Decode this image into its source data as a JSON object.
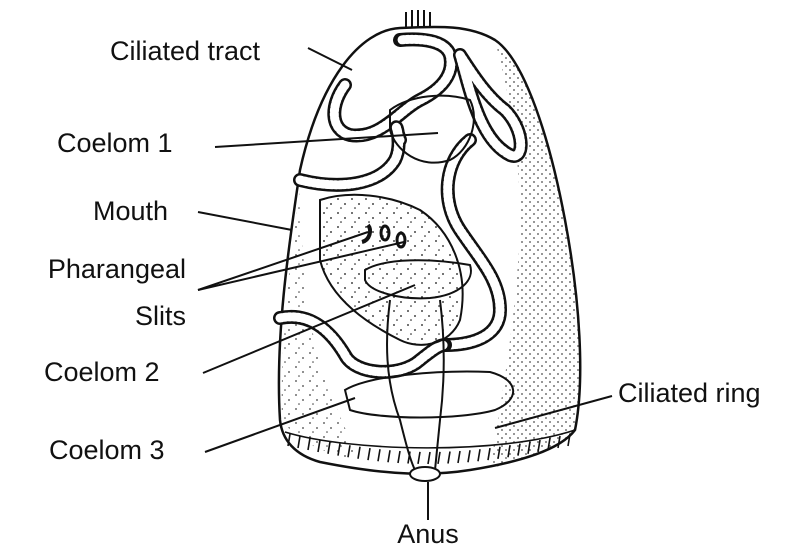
{
  "labels": {
    "ciliated_tract": "Ciliated tract",
    "coelom_1": "Coelom 1",
    "mouth": "Mouth",
    "pharangeal_line1": "Pharangeal",
    "pharangeal_line2": "Slits",
    "coelom_2": "Coelom 2",
    "coelom_3": "Coelom 3",
    "ciliated_ring": "Ciliated ring",
    "anus": "Anus"
  },
  "colors": {
    "ink": "#111111",
    "background": "#ffffff"
  }
}
